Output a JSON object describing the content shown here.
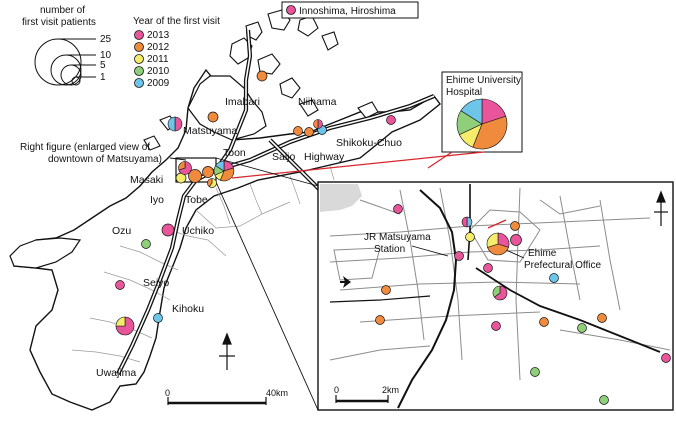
{
  "colors": {
    "y2013": "#e8559b",
    "y2012": "#f08a3c",
    "y2011": "#f4ec6a",
    "y2010": "#8fcf7a",
    "y2009": "#6ec5ea",
    "land": "#ffffff",
    "sea": "#ffffff",
    "coast": "#111111",
    "road": "#111111",
    "inset_gray": "#d9d9d9",
    "link": "#d8262c"
  },
  "legend_size": {
    "title_line1": "number of",
    "title_line2": "first visit patients",
    "values": [
      "25",
      "10",
      "5",
      "1"
    ]
  },
  "legend_year": {
    "title": "Year of the first visit",
    "years": [
      "2013",
      "2012",
      "2011",
      "2010",
      "2009"
    ]
  },
  "callout_top": "Innoshima, Hiroshima",
  "hospital": {
    "label_line1": "Ehime University",
    "label_line2": "Hospital",
    "shares": [
      {
        "year": "2013",
        "share": 0.2
      },
      {
        "year": "2012",
        "share": 0.36
      },
      {
        "year": "2011",
        "share": 0.12
      },
      {
        "year": "2010",
        "share": 0.16
      },
      {
        "year": "2009",
        "share": 0.16
      }
    ]
  },
  "right_figure_note": {
    "line1": "Right figure (enlarged view of",
    "line2": "downtown of  Matsuyama)"
  },
  "places": {
    "imabari": "Imabari",
    "niihama": "Niihama",
    "matsuyama": "Matsuyama",
    "toon": "Toon",
    "saijo": "Saijo",
    "shikoku_chuo": "Shikoku-Chuo",
    "highway": "Highway",
    "masaki": "Masaki",
    "iyo": "Iyo",
    "tobe": "Tobe",
    "uchiko": "Uchiko",
    "ozu": "Ozu",
    "seiyo": "Seiyo",
    "kihoku": "Kihoku",
    "uwajima": "Uwajima"
  },
  "scale_main": {
    "start": "0",
    "end": "40km"
  },
  "scale_inset": {
    "start": "0",
    "end": "2km"
  },
  "inset_labels": {
    "station_line1": "JR Matsuyama",
    "station_line2": "Station",
    "pref_line1": "Ehime",
    "pref_line2": "Prefectural Office"
  },
  "north_symbol": "north-arrow-icon",
  "airport_symbol": "airport-icon"
}
